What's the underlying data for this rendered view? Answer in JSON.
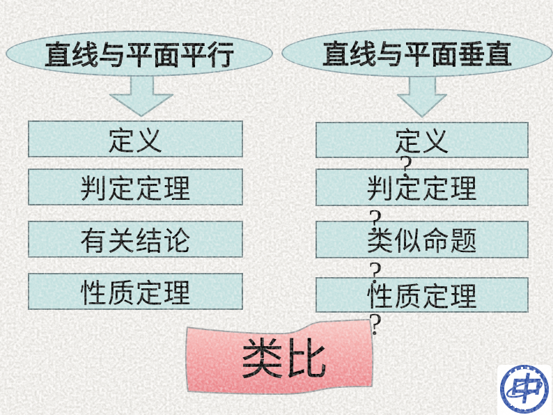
{
  "columns": [
    {
      "header": "直线与平面平行",
      "boxes": [
        "定义",
        "判定定理",
        "有关结论",
        "性质定理"
      ]
    },
    {
      "header": "直线与平面垂直",
      "boxes": [
        "定义",
        "判定定理",
        "类似命题",
        "性质定理"
      ],
      "marks": [
        "?",
        "?",
        "?",
        "?"
      ]
    }
  ],
  "ribbon": {
    "label": "类比"
  },
  "logo": {
    "glyph": "中"
  },
  "colors": {
    "background": "#e0ded9",
    "shape_fill": "#c2e0df",
    "shape_border": "#7f9799",
    "ribbon_top": "#f8c6c2",
    "ribbon_bottom": "#ea8288",
    "logo_blue": "#2b4da4",
    "text": "#000000"
  }
}
